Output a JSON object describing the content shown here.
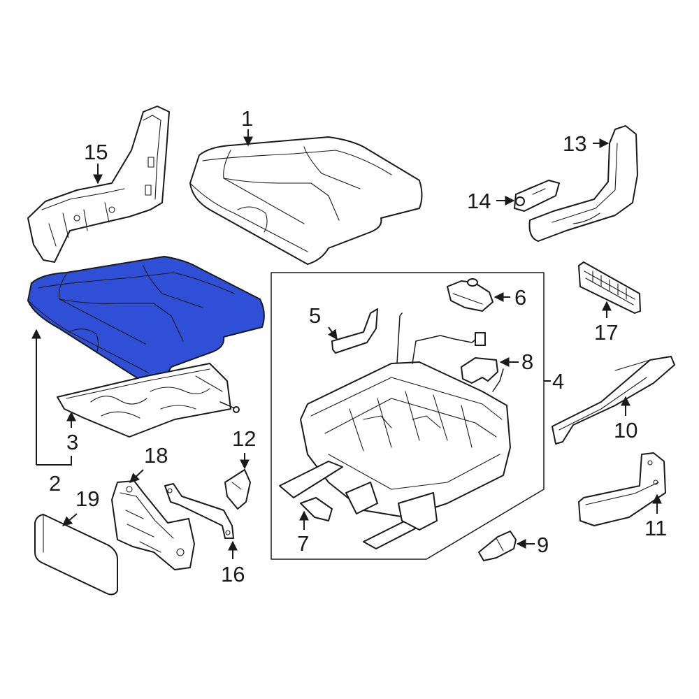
{
  "highlight_color": "#2f4fd6",
  "callouts": [
    {
      "id": "1",
      "text": "1"
    },
    {
      "id": "2",
      "text": "2"
    },
    {
      "id": "3",
      "text": "3"
    },
    {
      "id": "4",
      "text": "4"
    },
    {
      "id": "5",
      "text": "5"
    },
    {
      "id": "6",
      "text": "6"
    },
    {
      "id": "7",
      "text": "7"
    },
    {
      "id": "8",
      "text": "8"
    },
    {
      "id": "9",
      "text": "9"
    },
    {
      "id": "10",
      "text": "10"
    },
    {
      "id": "11",
      "text": "11"
    },
    {
      "id": "12",
      "text": "12"
    },
    {
      "id": "13",
      "text": "13"
    },
    {
      "id": "14",
      "text": "14"
    },
    {
      "id": "15",
      "text": "15"
    },
    {
      "id": "16",
      "text": "16"
    },
    {
      "id": "17",
      "text": "17"
    },
    {
      "id": "18",
      "text": "18"
    },
    {
      "id": "19",
      "text": "19"
    }
  ]
}
